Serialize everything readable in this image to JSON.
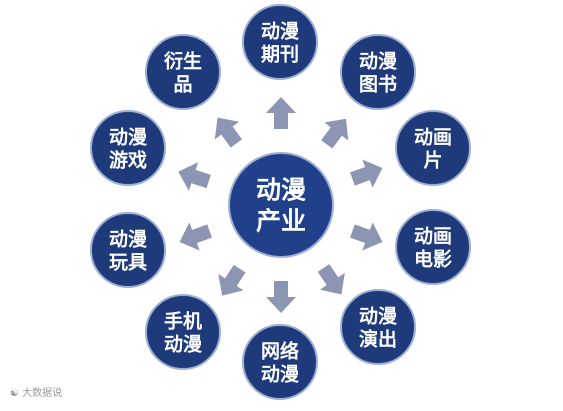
{
  "center": {
    "lines": [
      "动漫",
      "产业"
    ]
  },
  "nodes": [
    {
      "id": "periodicals",
      "lines": [
        "动漫",
        "期刊"
      ]
    },
    {
      "id": "books",
      "lines": [
        "动漫",
        "图书"
      ]
    },
    {
      "id": "animated-film",
      "lines": [
        "动画",
        "片"
      ]
    },
    {
      "id": "animated-movie",
      "lines": [
        "动画",
        "电影"
      ]
    },
    {
      "id": "performance",
      "lines": [
        "动漫",
        "演出"
      ]
    },
    {
      "id": "online",
      "lines": [
        "网络",
        "动漫"
      ]
    },
    {
      "id": "mobile",
      "lines": [
        "手机",
        "动漫"
      ]
    },
    {
      "id": "toys",
      "lines": [
        "动漫",
        "玩具"
      ]
    },
    {
      "id": "games",
      "lines": [
        "动漫",
        "游戏"
      ]
    },
    {
      "id": "derivatives",
      "lines": [
        "衍生",
        "品"
      ]
    }
  ],
  "colors": {
    "node_fill": "#1f3a7a",
    "node_stroke": "#9fb0d6",
    "center_fill": "#21408a",
    "arrow_fill": "#8c96b2",
    "text": "#ffffff"
  },
  "watermark": "大数据说"
}
